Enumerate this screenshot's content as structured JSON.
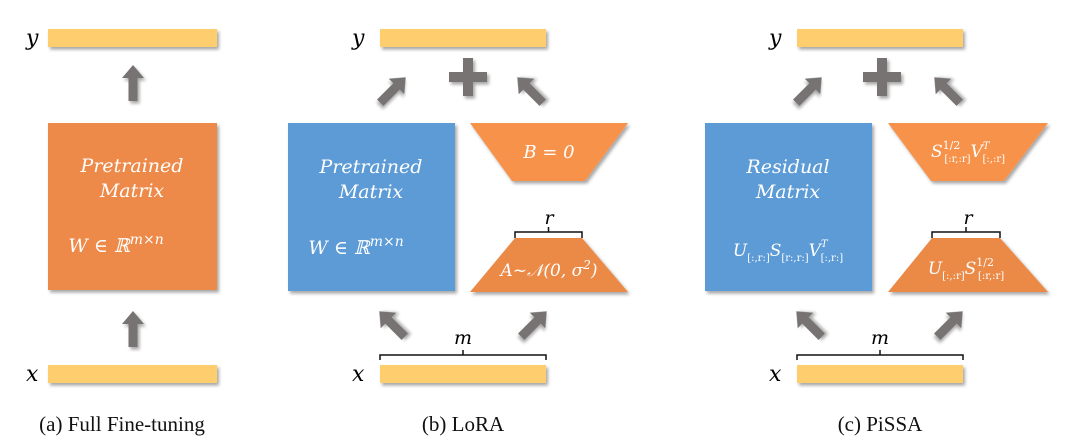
{
  "colors": {
    "io_bar": "#FDCD6E",
    "pretrained_orange": "#EE8A48",
    "adapter_orange": "#F7924C",
    "adapter_orange_dark": "#EB8A47",
    "matrix_blue": "#5B9BD5",
    "arrow_gray": "#787373",
    "text_white": "#FFFFFF",
    "text_dark": "#111111"
  },
  "panels": [
    {
      "id": "full-fine-tuning",
      "caption": "(a) Full Fine-tuning",
      "output_label": "y",
      "input_label": "x",
      "matrix": {
        "title_line1": "Pretrained",
        "title_line2": "Matrix",
        "formula": "W ∈ ℝ",
        "formula_sup": "m×n"
      }
    },
    {
      "id": "lora",
      "caption": "(b) LoRA",
      "output_label": "y",
      "input_label": "x",
      "input_dim_label": "m",
      "rank_label": "r",
      "plus_symbol": "+",
      "matrix": {
        "title_line1": "Pretrained",
        "title_line2": "Matrix",
        "formula": "W ∈ ℝ",
        "formula_sup": "m×n"
      },
      "adapter_B": "B = 0",
      "adapter_A": {
        "main": "A~𝒩(0, σ",
        "sup": "2",
        "tail": ")"
      }
    },
    {
      "id": "pissa",
      "caption": "(c) PiSSA",
      "output_label": "y",
      "input_label": "x",
      "input_dim_label": "m",
      "rank_label": "r",
      "plus_symbol": "+",
      "matrix": {
        "title_line1": "Residual",
        "title_line2": "Matrix",
        "formula_parts": [
          {
            "base": "U",
            "sub": "[:,r:]"
          },
          {
            "base": "S",
            "sub": "[r:,r:]"
          },
          {
            "base": "V",
            "sup": "T",
            "sub": "[:,r:]"
          }
        ]
      },
      "adapter_B_parts": [
        {
          "base": "S",
          "sup": "1/2",
          "sub": "[:r,:r]"
        },
        {
          "base": "V",
          "sup": "T",
          "sub": "[:,:r]"
        }
      ],
      "adapter_A_parts": [
        {
          "base": "U",
          "sub": "[:,:r]"
        },
        {
          "base": "S",
          "sup": "1/2",
          "sub": "[:r,:r]"
        }
      ]
    }
  ]
}
